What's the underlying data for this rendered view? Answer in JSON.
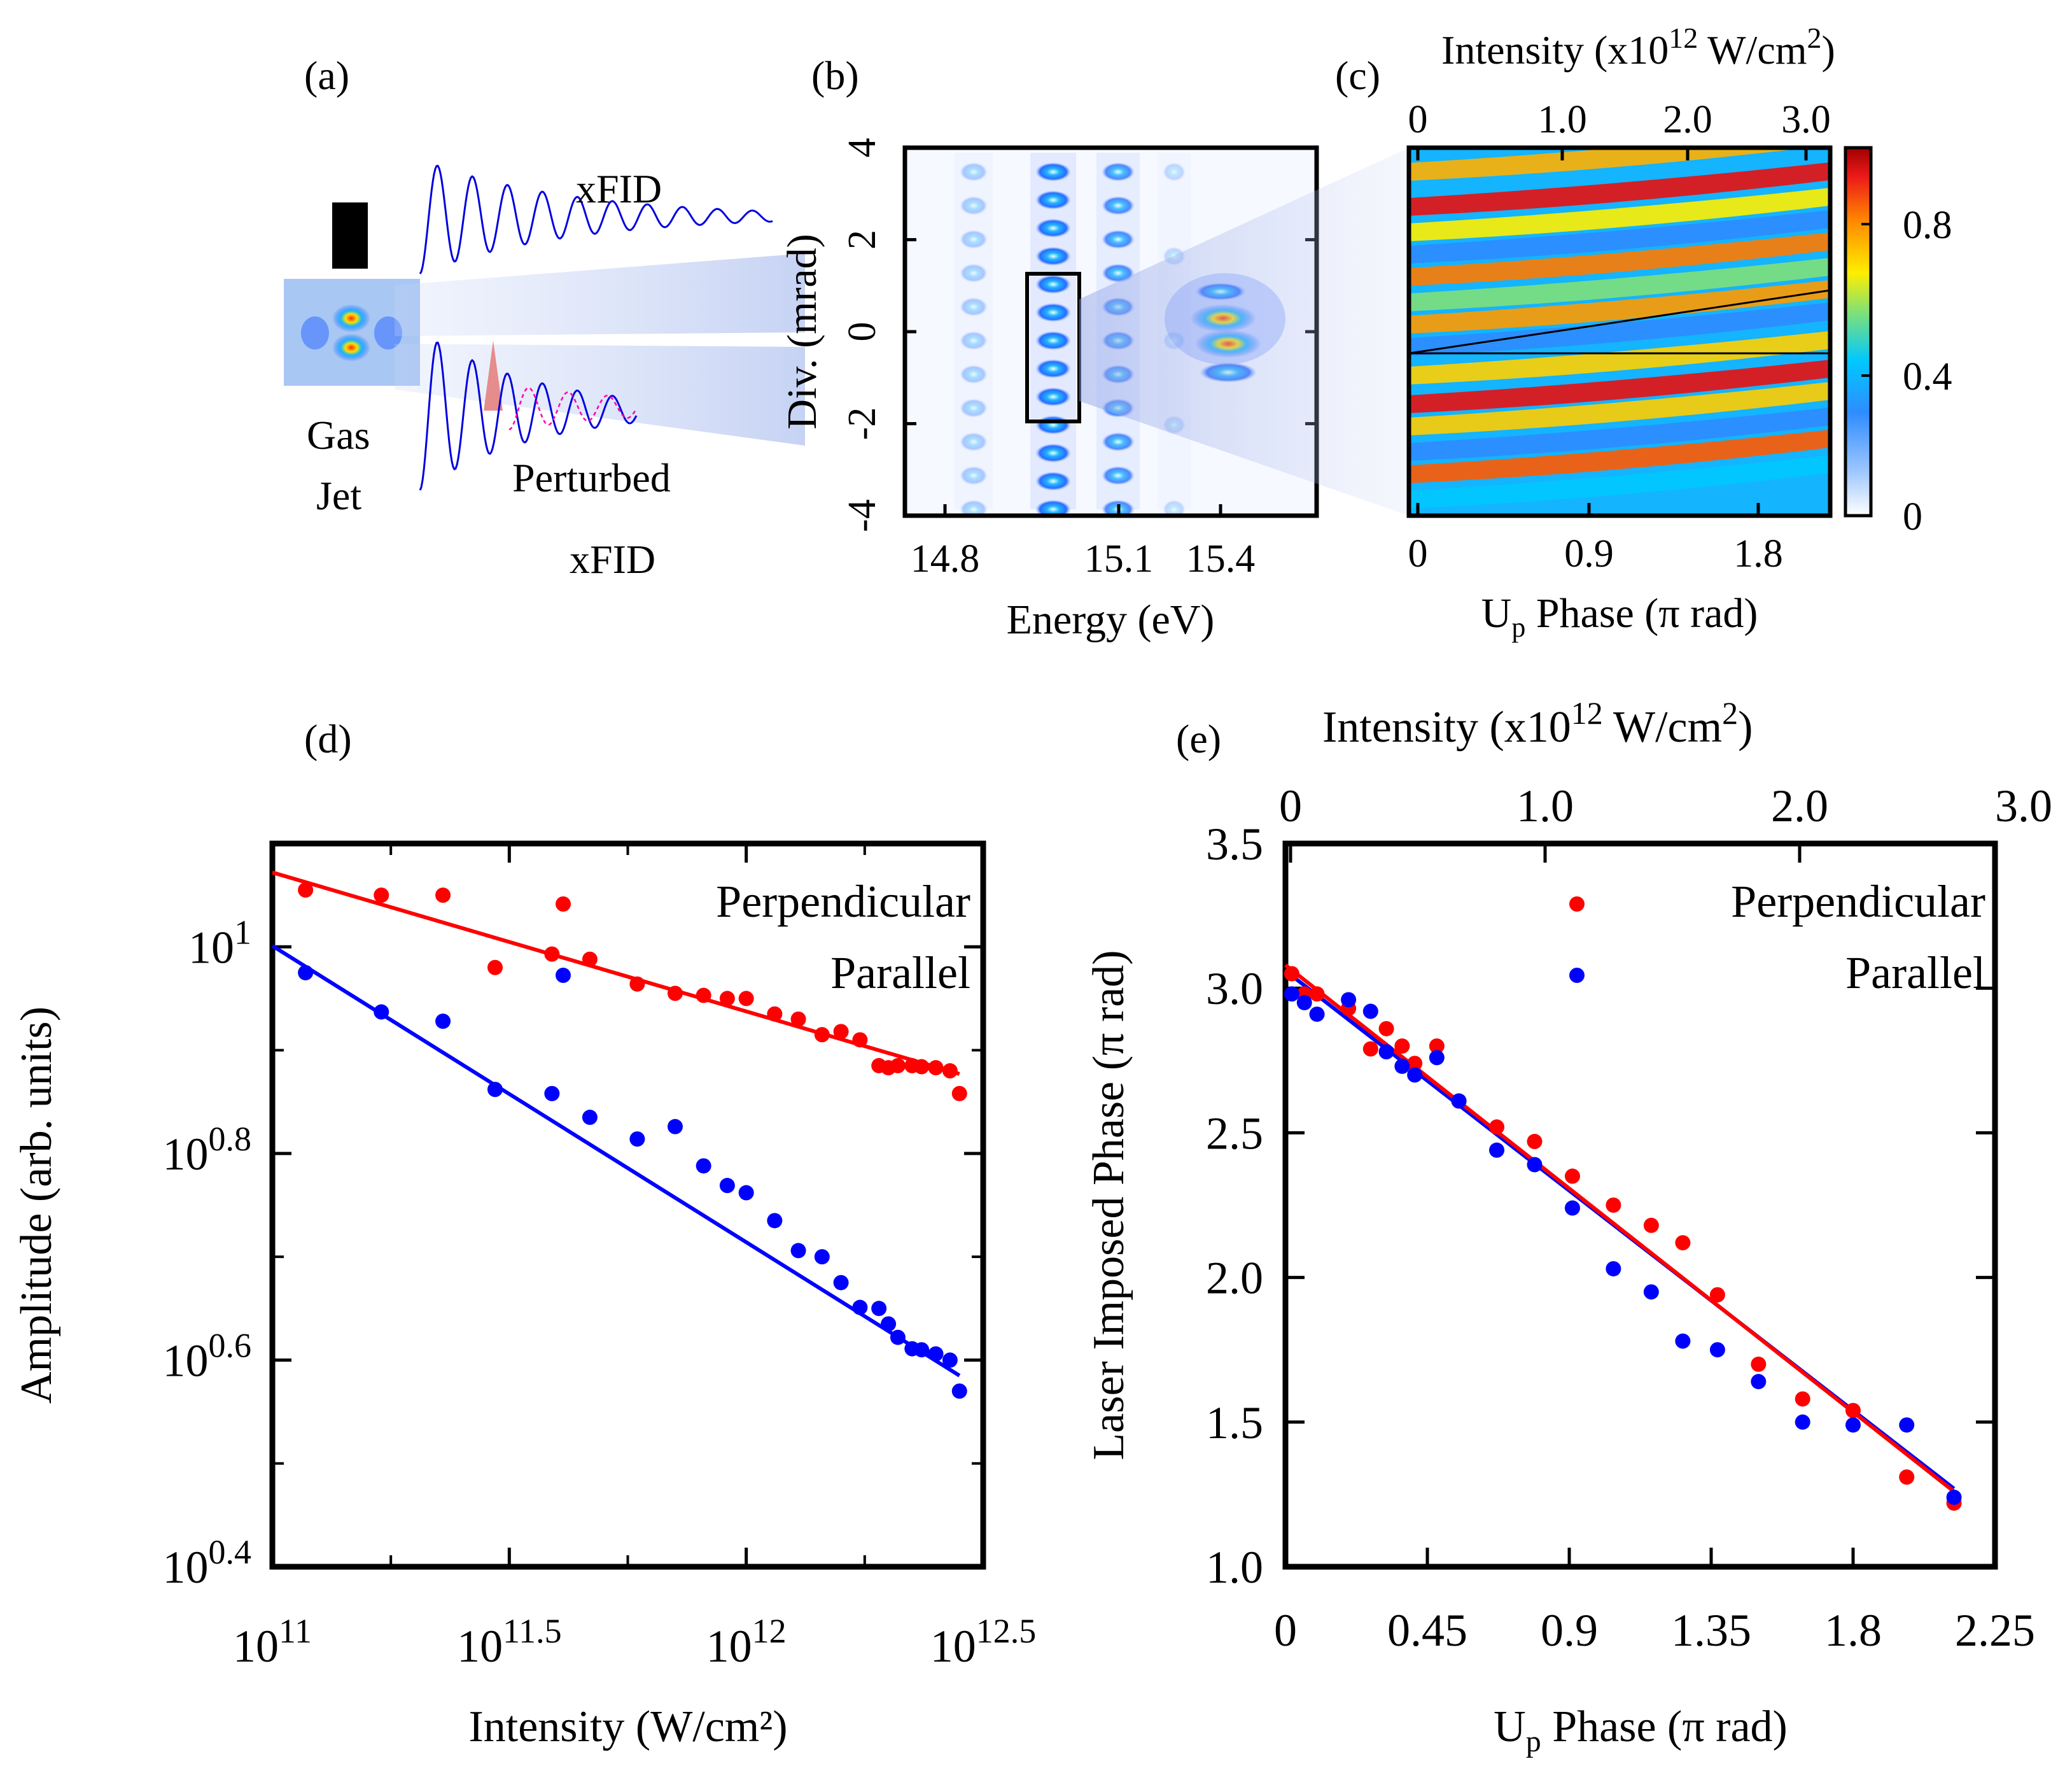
{
  "panels": {
    "a": {
      "label": "(a)",
      "text_xfid": "xFID",
      "text_gas": "Gas",
      "text_jet": "Jet",
      "text_perturbed": "Perturbed",
      "text_xfid2": "xFID"
    },
    "b": {
      "label": "(b)",
      "xlabel": "Energy (eV)",
      "ylabel": "Div. (mrad)",
      "xticks": [
        "14.8",
        "15.1",
        "15.4"
      ],
      "yticks": [
        "4",
        "2",
        "0",
        "-2",
        "-4"
      ]
    },
    "c": {
      "label": "(c)",
      "top_label_prefix": "Intensity (x10",
      "top_label_exp": "12",
      "top_label_suffix": " W/cm",
      "top_label_sq": "2",
      "top_label_close": ")",
      "top_ticks": [
        "0",
        "1.0",
        "2.0",
        "3.0"
      ],
      "bottom_ticks": [
        "0",
        "0.9",
        "1.8"
      ],
      "xlabel_U": "U",
      "xlabel_sub": "p",
      "xlabel_rest": " Phase (π rad)",
      "colorbar_ticks": [
        "0.8",
        "0.4",
        "0"
      ]
    }
  },
  "colors": {
    "perpendicular": "#ff0000",
    "parallel": "#0000ff",
    "axis": "#000000"
  },
  "chart_data": [
    {
      "type": "scatter",
      "panel": "(d)",
      "xlabel": "Intensity (W/cm²)",
      "ylabel": "Amplitude (arb. units)",
      "log_x": true,
      "log_y": true,
      "xlim_log10": [
        11,
        12.5
      ],
      "ylim_log10": [
        0.4,
        1.1
      ],
      "xtick_labels": [
        {
          "base": "10",
          "exp": "11"
        },
        {
          "base": "10",
          "exp": "11.5"
        },
        {
          "base": "10",
          "exp": "12"
        },
        {
          "base": "10",
          "exp": "12.5"
        }
      ],
      "ytick_labels": [
        {
          "base": "10",
          "exp": "1"
        },
        {
          "base": "10",
          "exp": "0.8"
        },
        {
          "base": "10",
          "exp": "0.6"
        },
        {
          "base": "10",
          "exp": "0.4"
        }
      ],
      "legend": "top-right",
      "series": [
        {
          "name": "Perpendicular",
          "color": "#ff0000",
          "log10_x": [
            11.07,
            11.23,
            11.36,
            11.47,
            11.59,
            11.67,
            11.77,
            11.85,
            11.91,
            11.96,
            12.0,
            12.06,
            12.11,
            12.16,
            12.2,
            12.24,
            12.28,
            12.3,
            12.32,
            12.35,
            12.37,
            12.4,
            12.43,
            12.45
          ],
          "log10_y": [
            1.055,
            1.05,
            1.05,
            0.98,
            0.993,
            0.988,
            0.964,
            0.955,
            0.953,
            0.95,
            0.95,
            0.935,
            0.93,
            0.915,
            0.918,
            0.91,
            0.885,
            0.883,
            0.885,
            0.885,
            0.884,
            0.883,
            0.88,
            0.858
          ],
          "fit_log10": [
            [
              11.0,
              1.072
            ],
            [
              12.45,
              0.877
            ]
          ]
        },
        {
          "name": "Parallel",
          "color": "#0000ff",
          "log10_x": [
            11.07,
            11.23,
            11.36,
            11.47,
            11.59,
            11.67,
            11.77,
            11.85,
            11.91,
            11.96,
            12.0,
            12.06,
            12.11,
            12.16,
            12.2,
            12.24,
            12.28,
            12.3,
            12.32,
            12.35,
            12.37,
            12.4,
            12.43,
            12.45
          ],
          "log10_y": [
            0.975,
            0.937,
            0.928,
            0.862,
            0.858,
            0.835,
            0.814,
            0.826,
            0.788,
            0.769,
            0.762,
            0.735,
            0.706,
            0.7,
            0.675,
            0.651,
            0.65,
            0.635,
            0.622,
            0.611,
            0.61,
            0.606,
            0.6,
            0.57
          ],
          "fit_log10": [
            [
              11.0,
              1.001
            ],
            [
              12.45,
              0.585
            ]
          ]
        }
      ]
    },
    {
      "type": "scatter",
      "panel": "(e)",
      "xlabel": "Up Phase (π rad)",
      "ylabel": "Laser Imposed Phase (π rad)",
      "top_xlabel": "Intensity (x10¹² W/cm²)",
      "xlim": [
        0,
        2.25
      ],
      "ylim": [
        1.0,
        3.5
      ],
      "xticks": [
        "0",
        "0.45",
        "0.9",
        "1.35",
        "1.8",
        "2.25"
      ],
      "yticks": [
        "1.0",
        "1.5",
        "2.0",
        "2.5",
        "3.0",
        "3.5"
      ],
      "top_ticks": [
        "0",
        "1.0",
        "2.0",
        "3.0"
      ],
      "legend": "top-right",
      "series": [
        {
          "name": "Perpendicular",
          "color": "#ff0000",
          "x": [
            0.02,
            0.06,
            0.1,
            0.2,
            0.27,
            0.32,
            0.37,
            0.41,
            0.48,
            0.55,
            0.67,
            0.79,
            0.91,
            1.04,
            1.16,
            1.26,
            1.37,
            1.5,
            1.64,
            1.8,
            1.97,
            2.12
          ],
          "y": [
            3.05,
            2.98,
            2.98,
            2.93,
            2.79,
            2.86,
            2.8,
            2.74,
            2.8,
            2.61,
            2.52,
            2.47,
            2.35,
            2.25,
            2.18,
            2.12,
            1.94,
            1.7,
            1.58,
            1.54,
            1.31,
            1.22
          ],
          "fit": [
            [
              0.0,
              3.08
            ],
            [
              2.12,
              1.26
            ]
          ]
        },
        {
          "name": "Parallel",
          "color": "#0000ff",
          "x": [
            0.02,
            0.06,
            0.1,
            0.2,
            0.27,
            0.32,
            0.37,
            0.41,
            0.48,
            0.55,
            0.67,
            0.79,
            0.91,
            1.04,
            1.16,
            1.26,
            1.37,
            1.5,
            1.64,
            1.8,
            1.97,
            2.12
          ],
          "y": [
            2.98,
            2.95,
            2.91,
            2.96,
            2.92,
            2.78,
            2.73,
            2.7,
            2.76,
            2.61,
            2.44,
            2.39,
            2.24,
            2.03,
            1.95,
            1.78,
            1.75,
            1.64,
            1.5,
            1.49,
            1.49,
            1.24
          ],
          "fit": [
            [
              0.0,
              3.06
            ],
            [
              2.12,
              1.27
            ]
          ]
        }
      ]
    }
  ]
}
